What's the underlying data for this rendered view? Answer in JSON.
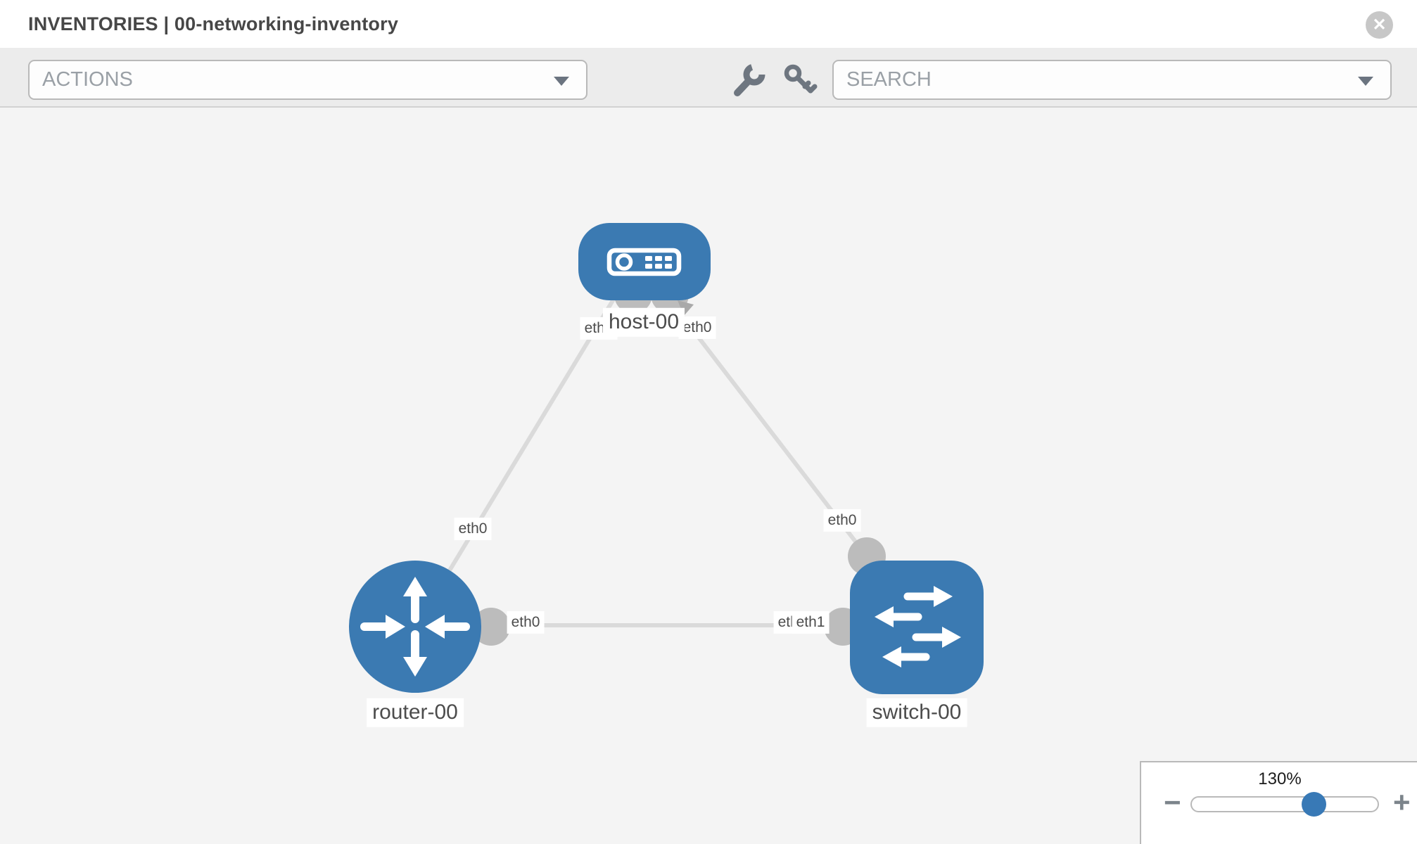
{
  "header": {
    "title": "INVENTORIES | 00-networking-inventory",
    "close_glyph": "✕"
  },
  "toolbar": {
    "actions_placeholder": "ACTIONS",
    "search_placeholder": "SEARCH",
    "icons": [
      "wrench-icon",
      "key-icon"
    ]
  },
  "topology": {
    "nodes": [
      {
        "id": "host-00",
        "type": "host",
        "label": "host-00"
      },
      {
        "id": "router-00",
        "type": "router",
        "label": "router-00"
      },
      {
        "id": "switch-00",
        "type": "switch",
        "label": "switch-00"
      }
    ],
    "links": [
      {
        "from": "host-00",
        "to": "router-00",
        "from_interface": "eth0",
        "to_interface": "eth0"
      },
      {
        "from": "host-00",
        "to": "switch-00",
        "from_interface": "eth0",
        "to_interface": "eth0"
      },
      {
        "from": "router-00",
        "to": "switch-00",
        "from_interface": "eth0",
        "to_interface": "eth1"
      }
    ],
    "interface_labels": {
      "host_left": "eth0",
      "host_right": "eth0",
      "link_host_router_mid": "eth0",
      "link_host_switch_mid": "eth0",
      "router_right": "eth0",
      "switch_left_under": "eth0",
      "switch_left_top": "eth1"
    }
  },
  "zoom_control": {
    "level": "130%",
    "minus_glyph": "−",
    "plus_glyph": "+"
  },
  "colors": {
    "node_blue": "#3b7ab2",
    "link_gray": "#dadada",
    "port_gray": "#bcbcbc",
    "thumb_blue": "#3879b6",
    "toolbar_bg": "#ececec",
    "canvas_bg": "#f4f4f4"
  }
}
